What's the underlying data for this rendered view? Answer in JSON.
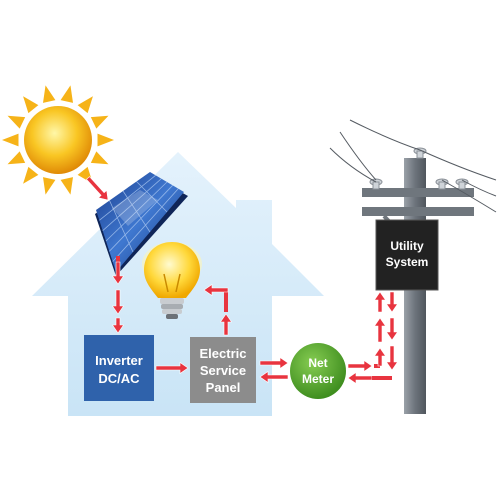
{
  "colors": {
    "house_fill": "#d8ecf9",
    "inverter_box": "#2f62ab",
    "service_panel_box": "#8c8c8c",
    "net_meter_circle": "#5fae34",
    "utility_box": "#222222",
    "arrow": "#e8343f",
    "pole": "#7f8790",
    "sun": "#f6b318"
  },
  "icons": {
    "sun": "sun-icon",
    "solar_panel": "solar-panel-icon",
    "light_bulb": "light-bulb-icon",
    "utility_pole": "utility-pole-icon"
  },
  "nodes": {
    "inverter": {
      "line1": "Inverter",
      "line2": "DC/AC"
    },
    "service_panel": {
      "line1": "Electric",
      "line2": "Service",
      "line3": "Panel"
    },
    "net_meter": {
      "line1": "Net",
      "line2": "Meter"
    },
    "utility": {
      "line1": "Utility",
      "line2": "System"
    }
  }
}
